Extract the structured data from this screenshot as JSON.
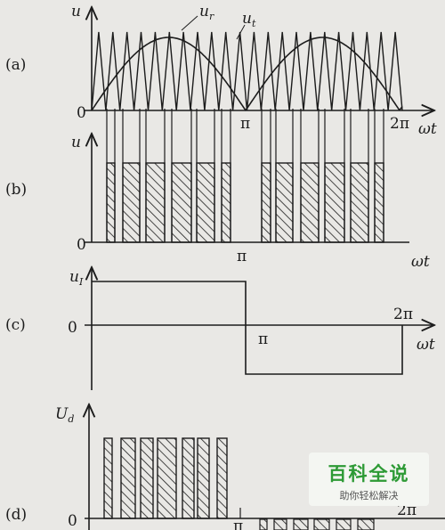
{
  "panels": {
    "a": {
      "tag": "(a)",
      "y_label": "u",
      "ref_label": "u",
      "ref_sub": "r",
      "carrier_label": "u",
      "carrier_sub": "t",
      "origin": "0",
      "pi": "π",
      "two_pi": "2π",
      "x_label": "ωt"
    },
    "b": {
      "tag": "(b)",
      "y_label": "u",
      "origin": "0",
      "pi": "π",
      "x_label": "ωt"
    },
    "c": {
      "tag": "(c)",
      "y_label": "u",
      "y_sub": "I",
      "origin": "0",
      "pi": "π",
      "two_pi": "2π",
      "x_label": "ωt"
    },
    "d": {
      "tag": "(d)",
      "y_label": "U",
      "y_sub": "d",
      "origin": "0",
      "pi": "π",
      "two_pi": "2π"
    }
  },
  "watermark": {
    "title": "百科全说",
    "subtitle": "助你轻松解决"
  },
  "style": {
    "ink": "#1c1c1c",
    "paper": "#e9e8e5",
    "watermark_green": "#2d9a35"
  }
}
